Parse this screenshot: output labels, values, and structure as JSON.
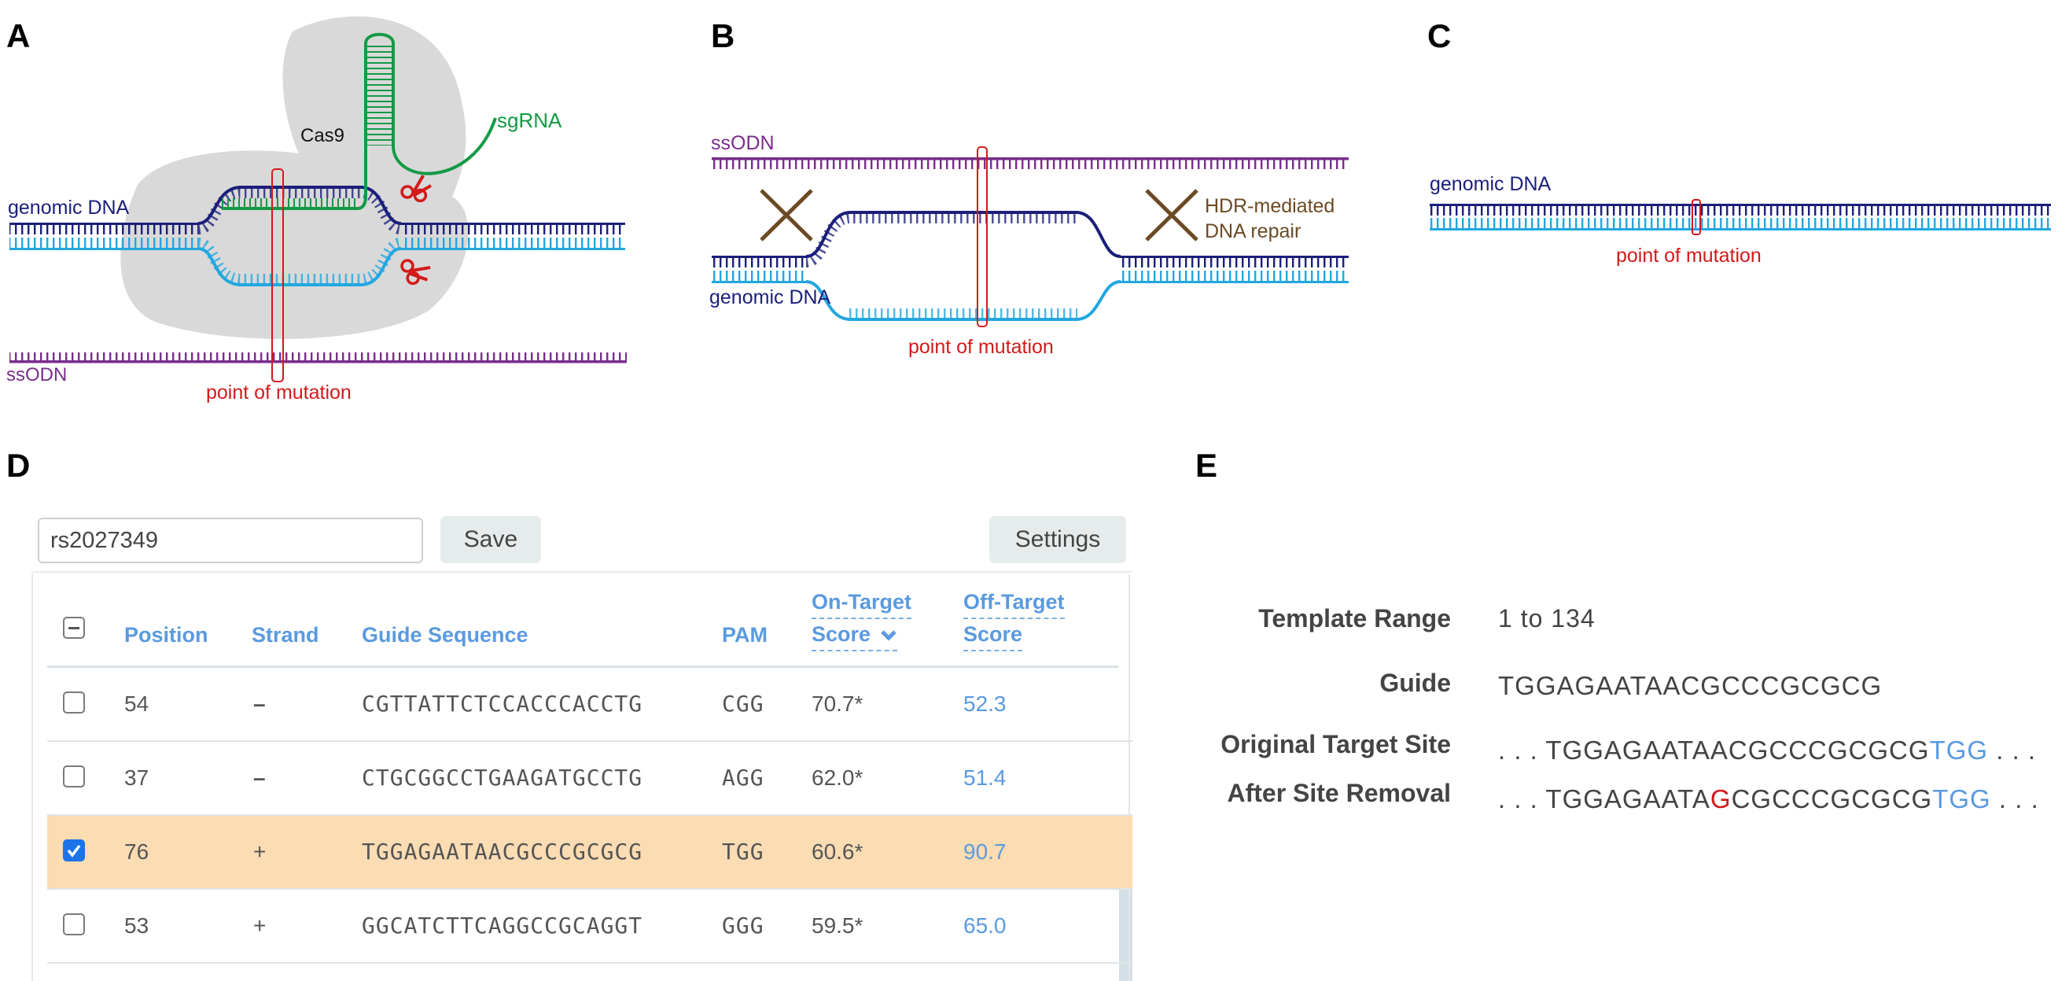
{
  "panels": {
    "a": {
      "letter": "A",
      "labels": {
        "cas9": "Cas9",
        "sgrna": "sgRNA",
        "genomic_dna": "genomic DNA",
        "ssodn": "ssODN",
        "point_of_mutation": "point of mutation"
      }
    },
    "b": {
      "letter": "B",
      "labels": {
        "ssodn": "ssODN",
        "genomic_dna": "genomic DNA",
        "hdr_line1": "HDR-mediated",
        "hdr_line2": "DNA repair",
        "point_of_mutation": "point of mutation"
      }
    },
    "c": {
      "letter": "C",
      "labels": {
        "genomic_dna": "genomic DNA",
        "point_of_mutation": "point of mutation"
      }
    },
    "d": {
      "letter": "D",
      "search_value": "rs2027349",
      "save_label": "Save",
      "settings_label": "Settings",
      "headers": {
        "position": "Position",
        "strand": "Strand",
        "guide": "Guide Sequence",
        "pam": "PAM",
        "on_target_1": "On-Target",
        "on_target_2": "Score",
        "off_target_1": "Off-Target",
        "off_target_2": "Score"
      },
      "rows": [
        {
          "position": "54",
          "strand": "–",
          "guide": "CGTTATTCTCCACCCACCTG",
          "pam": "CGG",
          "on_target": "70.7*",
          "off_target": "52.3",
          "checked": false
        },
        {
          "position": "37",
          "strand": "–",
          "guide": "CTGCGGCCTGAAGATGCCTG",
          "pam": "AGG",
          "on_target": "62.0*",
          "off_target": "51.4",
          "checked": false
        },
        {
          "position": "76",
          "strand": "+",
          "guide": "TGGAGAATAACGCCCGCGCG",
          "pam": "TGG",
          "on_target": "60.6*",
          "off_target": "90.7",
          "checked": true
        },
        {
          "position": "53",
          "strand": "+",
          "guide": "GGCATCTTCAGGCCGCAGGT",
          "pam": "GGG",
          "on_target": "59.5*",
          "off_target": "65.0",
          "checked": false
        }
      ]
    },
    "e": {
      "letter": "E",
      "template_range_label": "Template Range",
      "template_range_value": "1 to 134",
      "guide_label": "Guide",
      "guide_value": "TGGAGAATAACGCCCGCGCG",
      "original_label": "Original Target Site",
      "original_prefix": ". . . ",
      "original_seq": "TGGAGAATAACGCCCGCGCG",
      "original_pam": "TGG",
      "original_suffix": " . . .",
      "after_label": "After Site Removal",
      "after_prefix": ". . . ",
      "after_seq_a": "TGGAGAATA",
      "after_mut": "G",
      "after_seq_b": "CGCCCGCGCG",
      "after_pam": "TGG",
      "after_suffix": " . . ."
    }
  },
  "colors": {
    "dark_blue": "#1b1f7a",
    "light_blue": "#22a7e0",
    "green": "#139a45",
    "purple": "#7a2d8c",
    "red": "#d21a1a",
    "brown": "#6b4a24",
    "grey_blob": "#d9d9d9",
    "link_blue": "#5a9ae0"
  }
}
